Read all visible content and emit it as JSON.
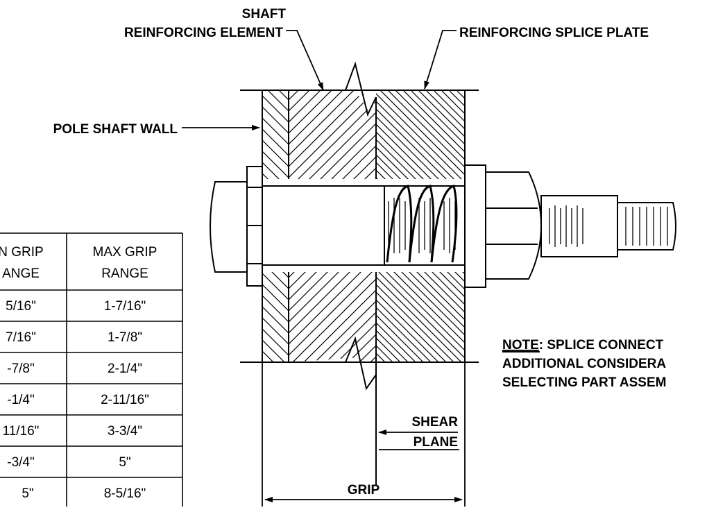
{
  "labels": {
    "shaft_line1": "SHAFT",
    "shaft_line2": "REINFORCING ELEMENT",
    "splice_plate": "REINFORCING SPLICE PLATE",
    "pole_wall": "POLE SHAFT WALL",
    "shear_line1": "SHEAR",
    "shear_line2": "PLANE",
    "grip": "GRIP"
  },
  "note": {
    "prefix": "NOTE",
    "line1": ": SPLICE CONNECT",
    "line2": "ADDITIONAL CONSIDERA",
    "line3": "SELECTING PART ASSEM"
  },
  "table": {
    "headers": [
      [
        "N GRIP",
        "ANGE"
      ],
      [
        "MAX GRIP",
        "RANGE"
      ]
    ],
    "rows": [
      [
        "5/16\"",
        "1-7/16\""
      ],
      [
        "7/16\"",
        "1-7/8\""
      ],
      [
        "-7/8\"",
        "2-1/4\""
      ],
      [
        "-1/4\"",
        "2-11/16\""
      ],
      [
        "11/16\"",
        "3-3/4\""
      ],
      [
        "-3/4\"",
        "5\""
      ],
      [
        "5\"",
        "8-5/16\""
      ]
    ]
  }
}
